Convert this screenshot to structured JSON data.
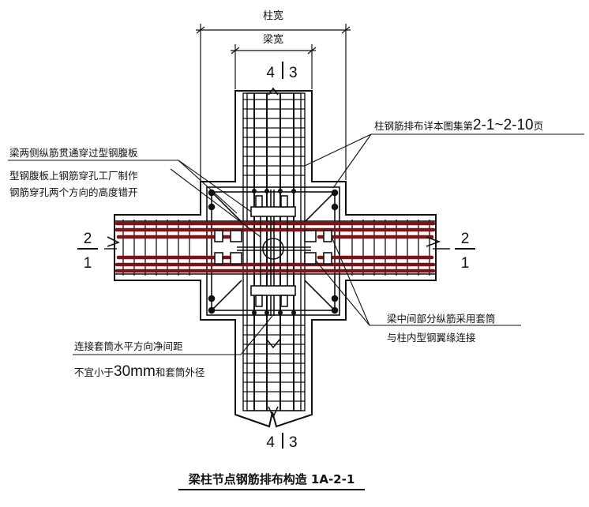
{
  "dimensions": {
    "column_width": "柱宽",
    "beam_width": "梁宽"
  },
  "section_marks": {
    "top": [
      "4",
      "3"
    ],
    "bottom": [
      "4",
      "3"
    ],
    "left": [
      "2",
      "1"
    ],
    "right": [
      "2",
      "1"
    ]
  },
  "annotations": {
    "top_left": [
      "梁两侧纵筋贯通穿过型钢腹板",
      "型钢腹板上钢筋穿孔工厂制作",
      "钢筋穿孔两个方向的高度错开"
    ],
    "top_right_prefix": "柱钢筋排布详本图集第",
    "top_right_ref": "2-1~2-10",
    "top_right_suffix": "页",
    "bottom_right": [
      "梁中间部分纵筋采用套筒",
      "与柱内型钢翼缘连接"
    ],
    "bottom_left_line1": "连接套筒水平方向净间距",
    "bottom_left_line2_a": "不宜小于",
    "bottom_left_line2_b": "30mm",
    "bottom_left_line2_c": "和套筒外径"
  },
  "title": "梁柱节点钢筋排布构造 1A-2-1",
  "colors": {
    "rebar": "#7a1418",
    "line": "#111111"
  }
}
